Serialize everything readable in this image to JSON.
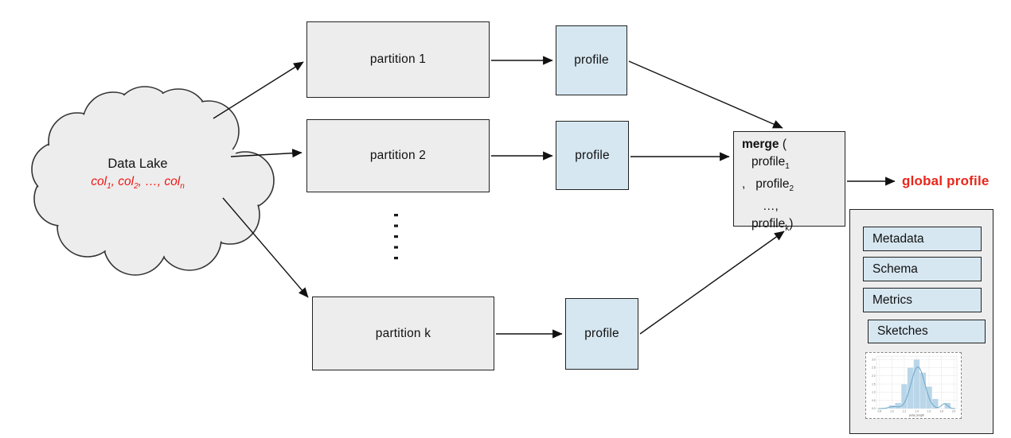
{
  "cloud": {
    "title": "Data Lake",
    "columns": [
      {
        "t": "col"
      },
      {
        "s": "1"
      },
      {
        "t": ", col"
      },
      {
        "s": "2"
      },
      {
        "t": ", …, col"
      },
      {
        "s": "n"
      }
    ]
  },
  "partitions": [
    "partition 1",
    "partition 2",
    "partition k"
  ],
  "profiles": [
    "profile",
    "profile",
    "profile"
  ],
  "merge": {
    "lines": [
      [
        {
          "t": "merge",
          "b": true
        },
        {
          "t": " ("
        }
      ],
      [
        {
          "t": "profile"
        },
        {
          "s": "1"
        }
      ],
      [
        {
          "t": ",   profile"
        },
        {
          "s": "2"
        }
      ],
      [
        {
          "t": "…,"
        }
      ],
      [
        {
          "t": "profile"
        },
        {
          "s": "k"
        },
        {
          "t": ")"
        }
      ]
    ]
  },
  "global_profile": "global profile",
  "panel": {
    "items": [
      "Metadata",
      "Schema",
      "Metrics",
      "Sketches"
    ]
  },
  "edges": [
    {
      "from": "data-lake",
      "to": "partition-1"
    },
    {
      "from": "data-lake",
      "to": "partition-2"
    },
    {
      "from": "data-lake",
      "to": "partition-k"
    },
    {
      "from": "partition-1",
      "to": "profile-1"
    },
    {
      "from": "partition-2",
      "to": "profile-2"
    },
    {
      "from": "partition-k",
      "to": "profile-3"
    },
    {
      "from": "profile-1",
      "to": "merge"
    },
    {
      "from": "profile-2",
      "to": "merge"
    },
    {
      "from": "profile-3",
      "to": "merge"
    },
    {
      "from": "merge",
      "to": "global-profile"
    }
  ],
  "chart_data": {
    "type": "bar",
    "subtype": "histogram-with-kde",
    "xlabel": "petal_length",
    "x_ticks": [
      0.8,
      1.0,
      1.2,
      1.4,
      1.6,
      1.8,
      2.0
    ],
    "y_ticks": [
      0.0,
      0.5,
      1.0,
      1.5,
      2.0,
      2.5,
      3.0
    ],
    "xlim": [
      0.75,
      2.05
    ],
    "ylim": [
      0,
      3.2
    ],
    "bin_start": 0.95,
    "bin_width": 0.1,
    "values": [
      0.2,
      0.35,
      1.5,
      2.5,
      3.0,
      2.2,
      1.35,
      0.6,
      0,
      0.35
    ],
    "bar_color": "#a9cce3",
    "line_color": "#6da7c7",
    "grid": true,
    "legend": false
  },
  "colors": {
    "red": "#e8261a",
    "col_red": "#f01414",
    "box_gray": "#ededed",
    "box_blue": "#d6e7f1",
    "stroke": "#222222"
  }
}
